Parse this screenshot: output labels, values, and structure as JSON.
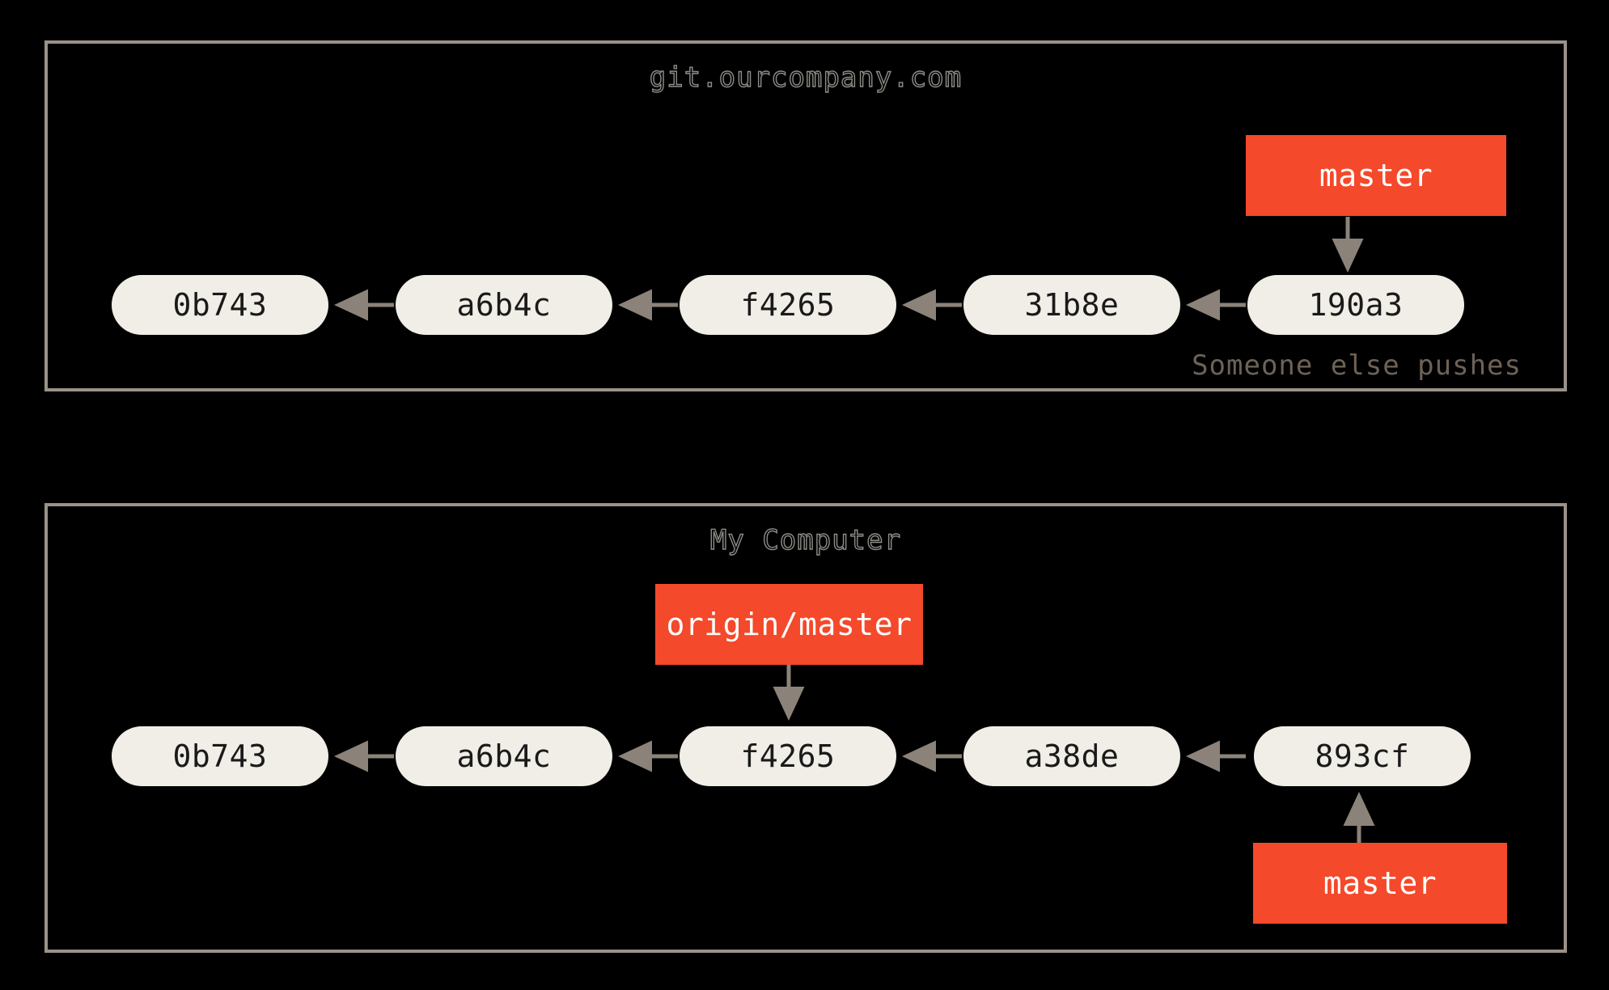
{
  "diagram": {
    "title_style": "git-branching-diagram",
    "background_color": "#000000",
    "node_fill": "#f0eee6",
    "node_text_color": "#1a1a1a",
    "ref_fill": "#f4492a",
    "ref_text_color": "#ffffff",
    "edge_color": "#8b8279",
    "panel_border_color": "#9a9189",
    "panel_title_color": "#8e8d88",
    "caption_color": "#6d6257"
  },
  "panels": [
    {
      "id": "remote",
      "title": "git.ourcompany.com",
      "caption": "Someone else pushes",
      "commits": [
        {
          "sha": "0b743"
        },
        {
          "sha": "a6b4c"
        },
        {
          "sha": "f4265"
        },
        {
          "sha": "31b8e"
        },
        {
          "sha": "190a3"
        }
      ],
      "refs": [
        {
          "name": "master",
          "points_to": "190a3",
          "direction": "down"
        }
      ]
    },
    {
      "id": "local",
      "title": "My Computer",
      "caption": "",
      "commits": [
        {
          "sha": "0b743"
        },
        {
          "sha": "a6b4c"
        },
        {
          "sha": "f4265"
        },
        {
          "sha": "a38de"
        },
        {
          "sha": "893cf"
        }
      ],
      "refs": [
        {
          "name": "origin/master",
          "points_to": "f4265",
          "direction": "down"
        },
        {
          "name": "master",
          "points_to": "893cf",
          "direction": "up"
        }
      ]
    }
  ]
}
